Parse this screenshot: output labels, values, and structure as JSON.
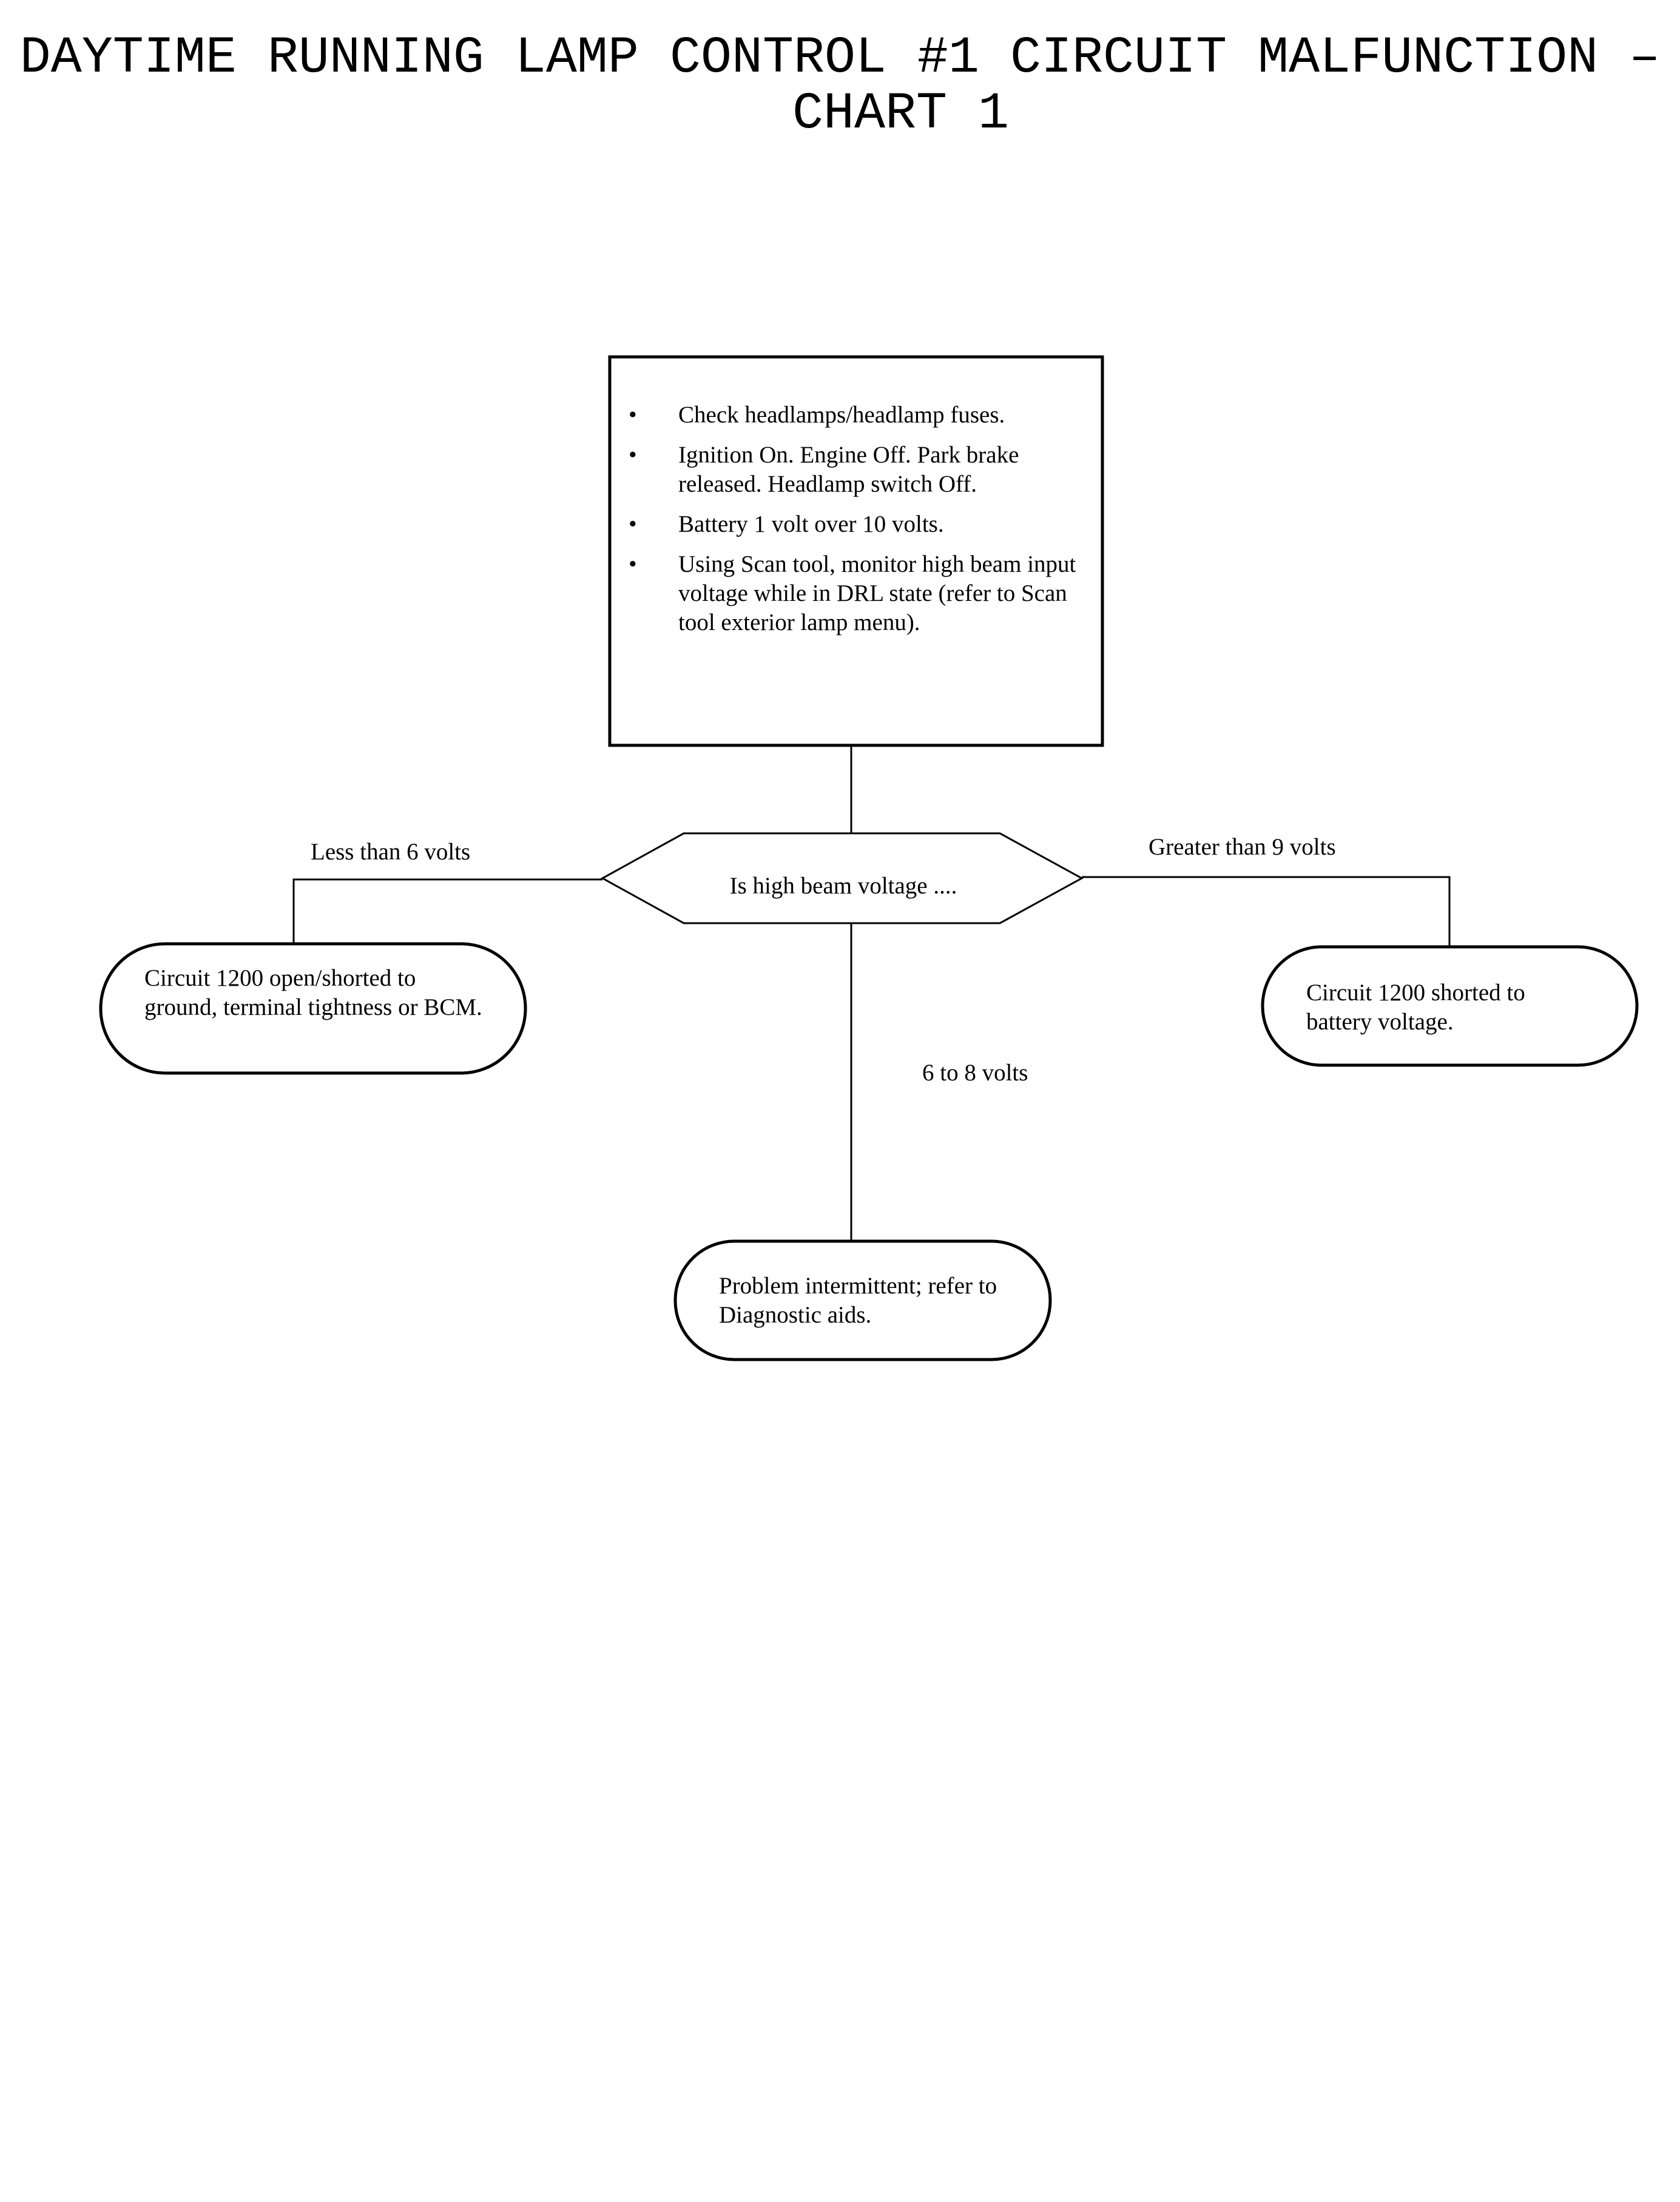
{
  "title": {
    "line1": "DAYTIME RUNNING LAMP CONTROL #1 CIRCUIT MALFUNCTION –",
    "line2": "CHART 1"
  },
  "start_box": {
    "items": [
      "Check headlamps/headlamp fuses.",
      "Ignition On. Engine Off. Park brake released. Headlamp switch Off.",
      "Battery 1 volt over 10 volts.",
      "Using Scan tool, monitor high beam input voltage while in DRL state (refer to Scan tool exterior lamp menu)."
    ]
  },
  "decision": {
    "text": "Is high beam voltage ...."
  },
  "branches": {
    "left_label": "Less than 6 volts",
    "right_label": "Greater than 9 volts",
    "down_label": "6 to 8 volts"
  },
  "outcomes": {
    "left": "Circuit 1200 open/shorted to ground, terminal tightness or BCM.",
    "right": "Circuit 1200 shorted to battery voltage.",
    "bottom": "Problem intermittent; refer to Diagnostic aids."
  }
}
